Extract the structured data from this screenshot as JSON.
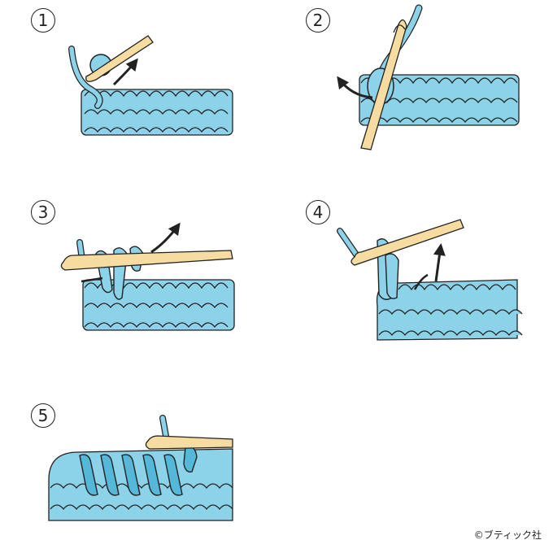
{
  "steps": [
    {
      "number": "1"
    },
    {
      "number": "2"
    },
    {
      "number": "3"
    },
    {
      "number": "4"
    },
    {
      "number": "5"
    }
  ],
  "copyright": "©ブティック社",
  "colors": {
    "yarn": "#8cd3ea",
    "yarn_dark": "#56b8d8",
    "hook": "#f6dca0",
    "outline": "#222222",
    "arrow": "#222222"
  }
}
